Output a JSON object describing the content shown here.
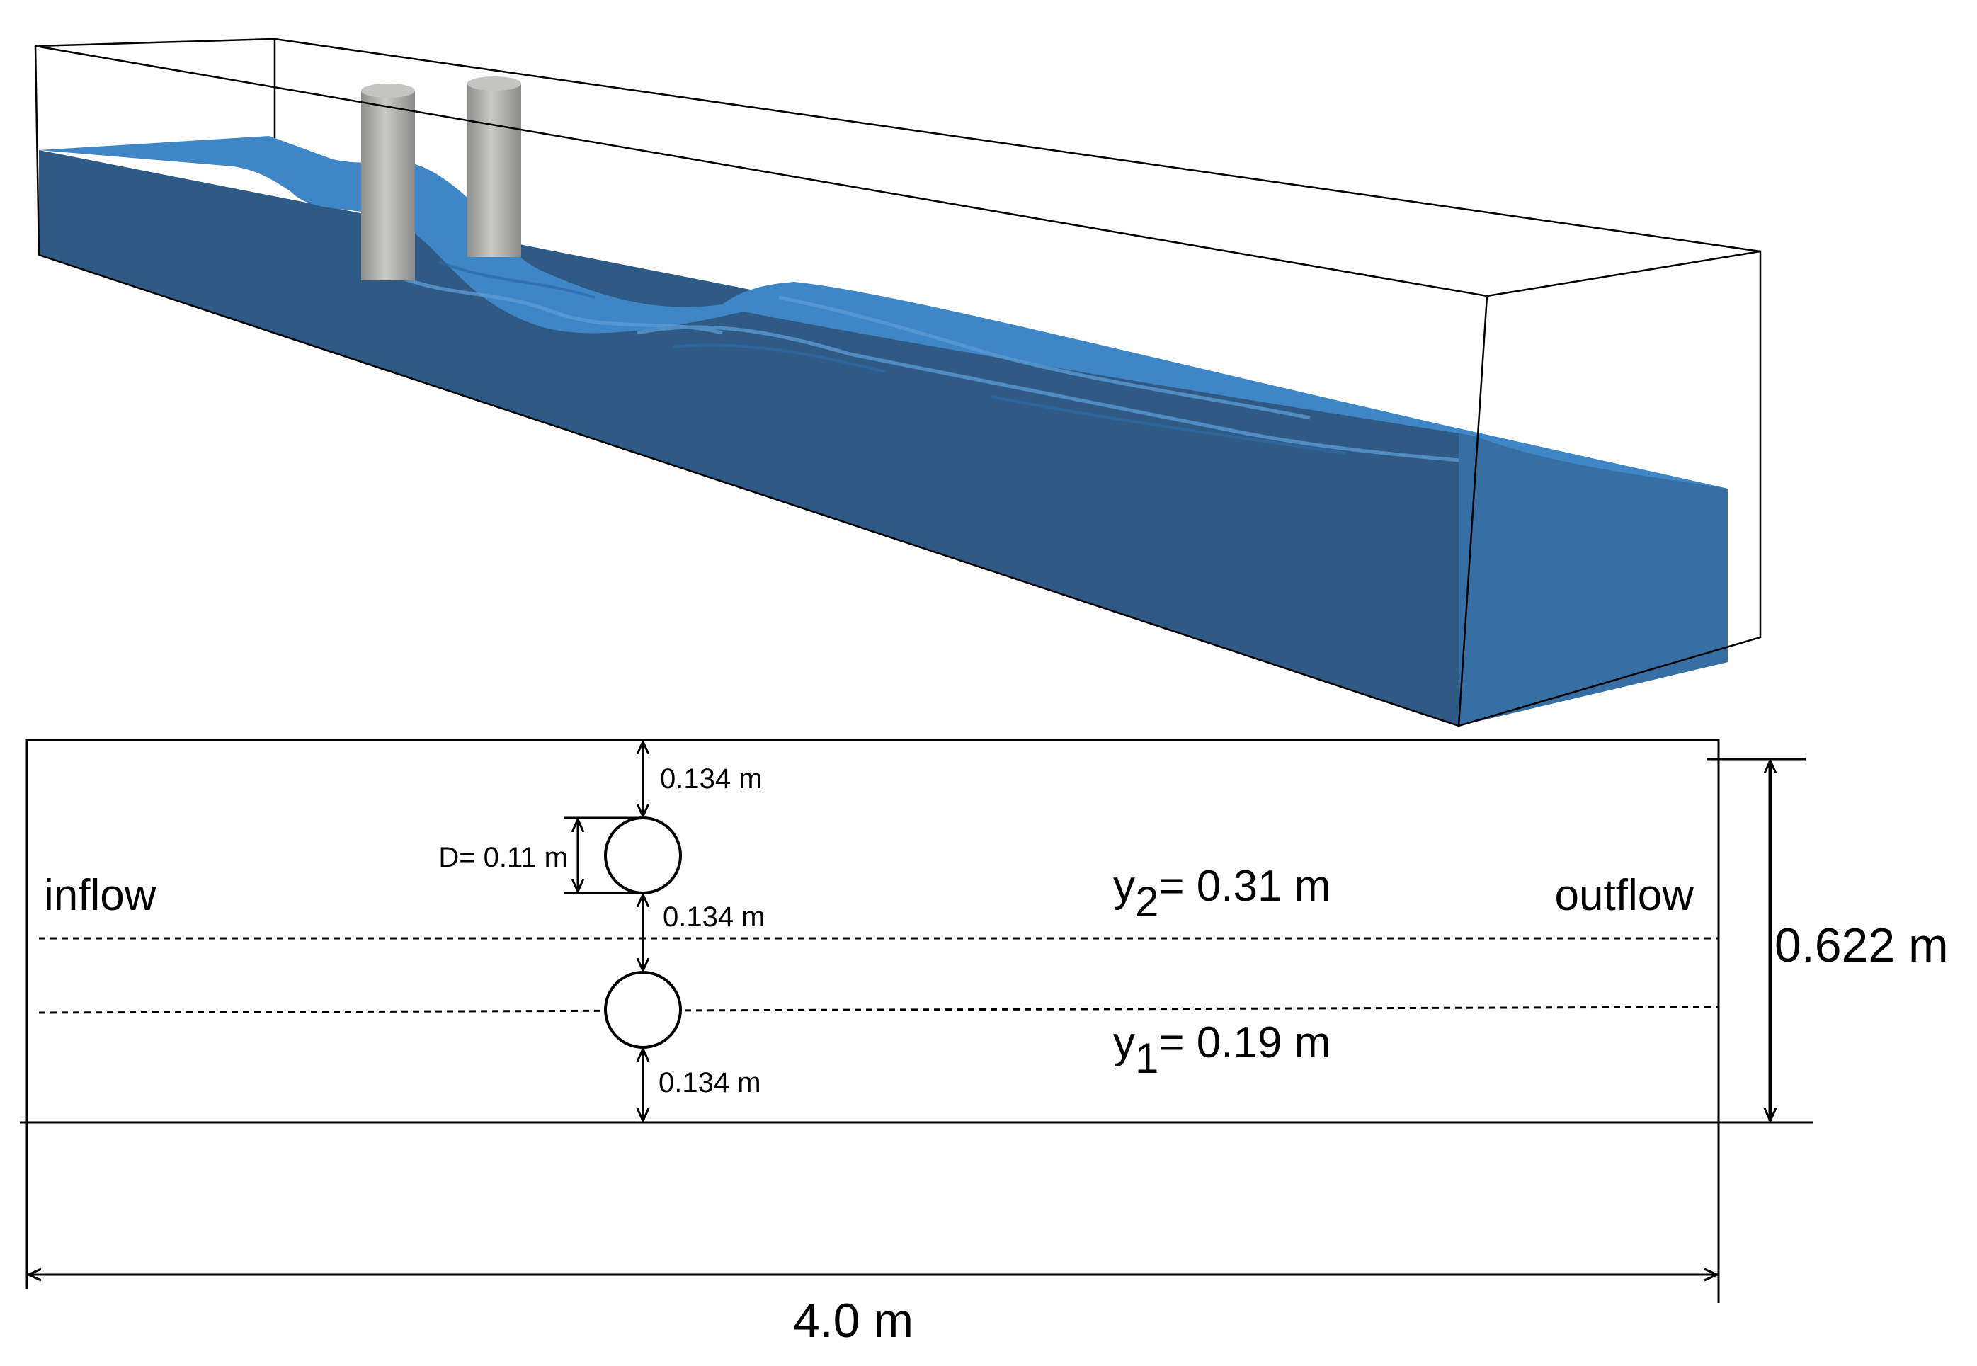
{
  "colors": {
    "water_top": "#3f86c6",
    "water_front": "#2f5a86",
    "water_end": "#356fa3",
    "cylinder": "#b6b6b4",
    "line": "#000000"
  },
  "plan": {
    "inflow": "inflow",
    "outflow": "outflow",
    "gap_top": "0.134 m",
    "diameter_prefix": "D= 0.11 m",
    "gap_middle": "0.134 m",
    "gap_bottom": "0.134 m",
    "y2_var": "y",
    "y2_sub": "2",
    "y2_val": "= 0.31 m",
    "y1_var": "y",
    "y1_sub": "1",
    "y1_val": "= 0.19 m",
    "width": "0.622 m",
    "length": "4.0 m"
  }
}
